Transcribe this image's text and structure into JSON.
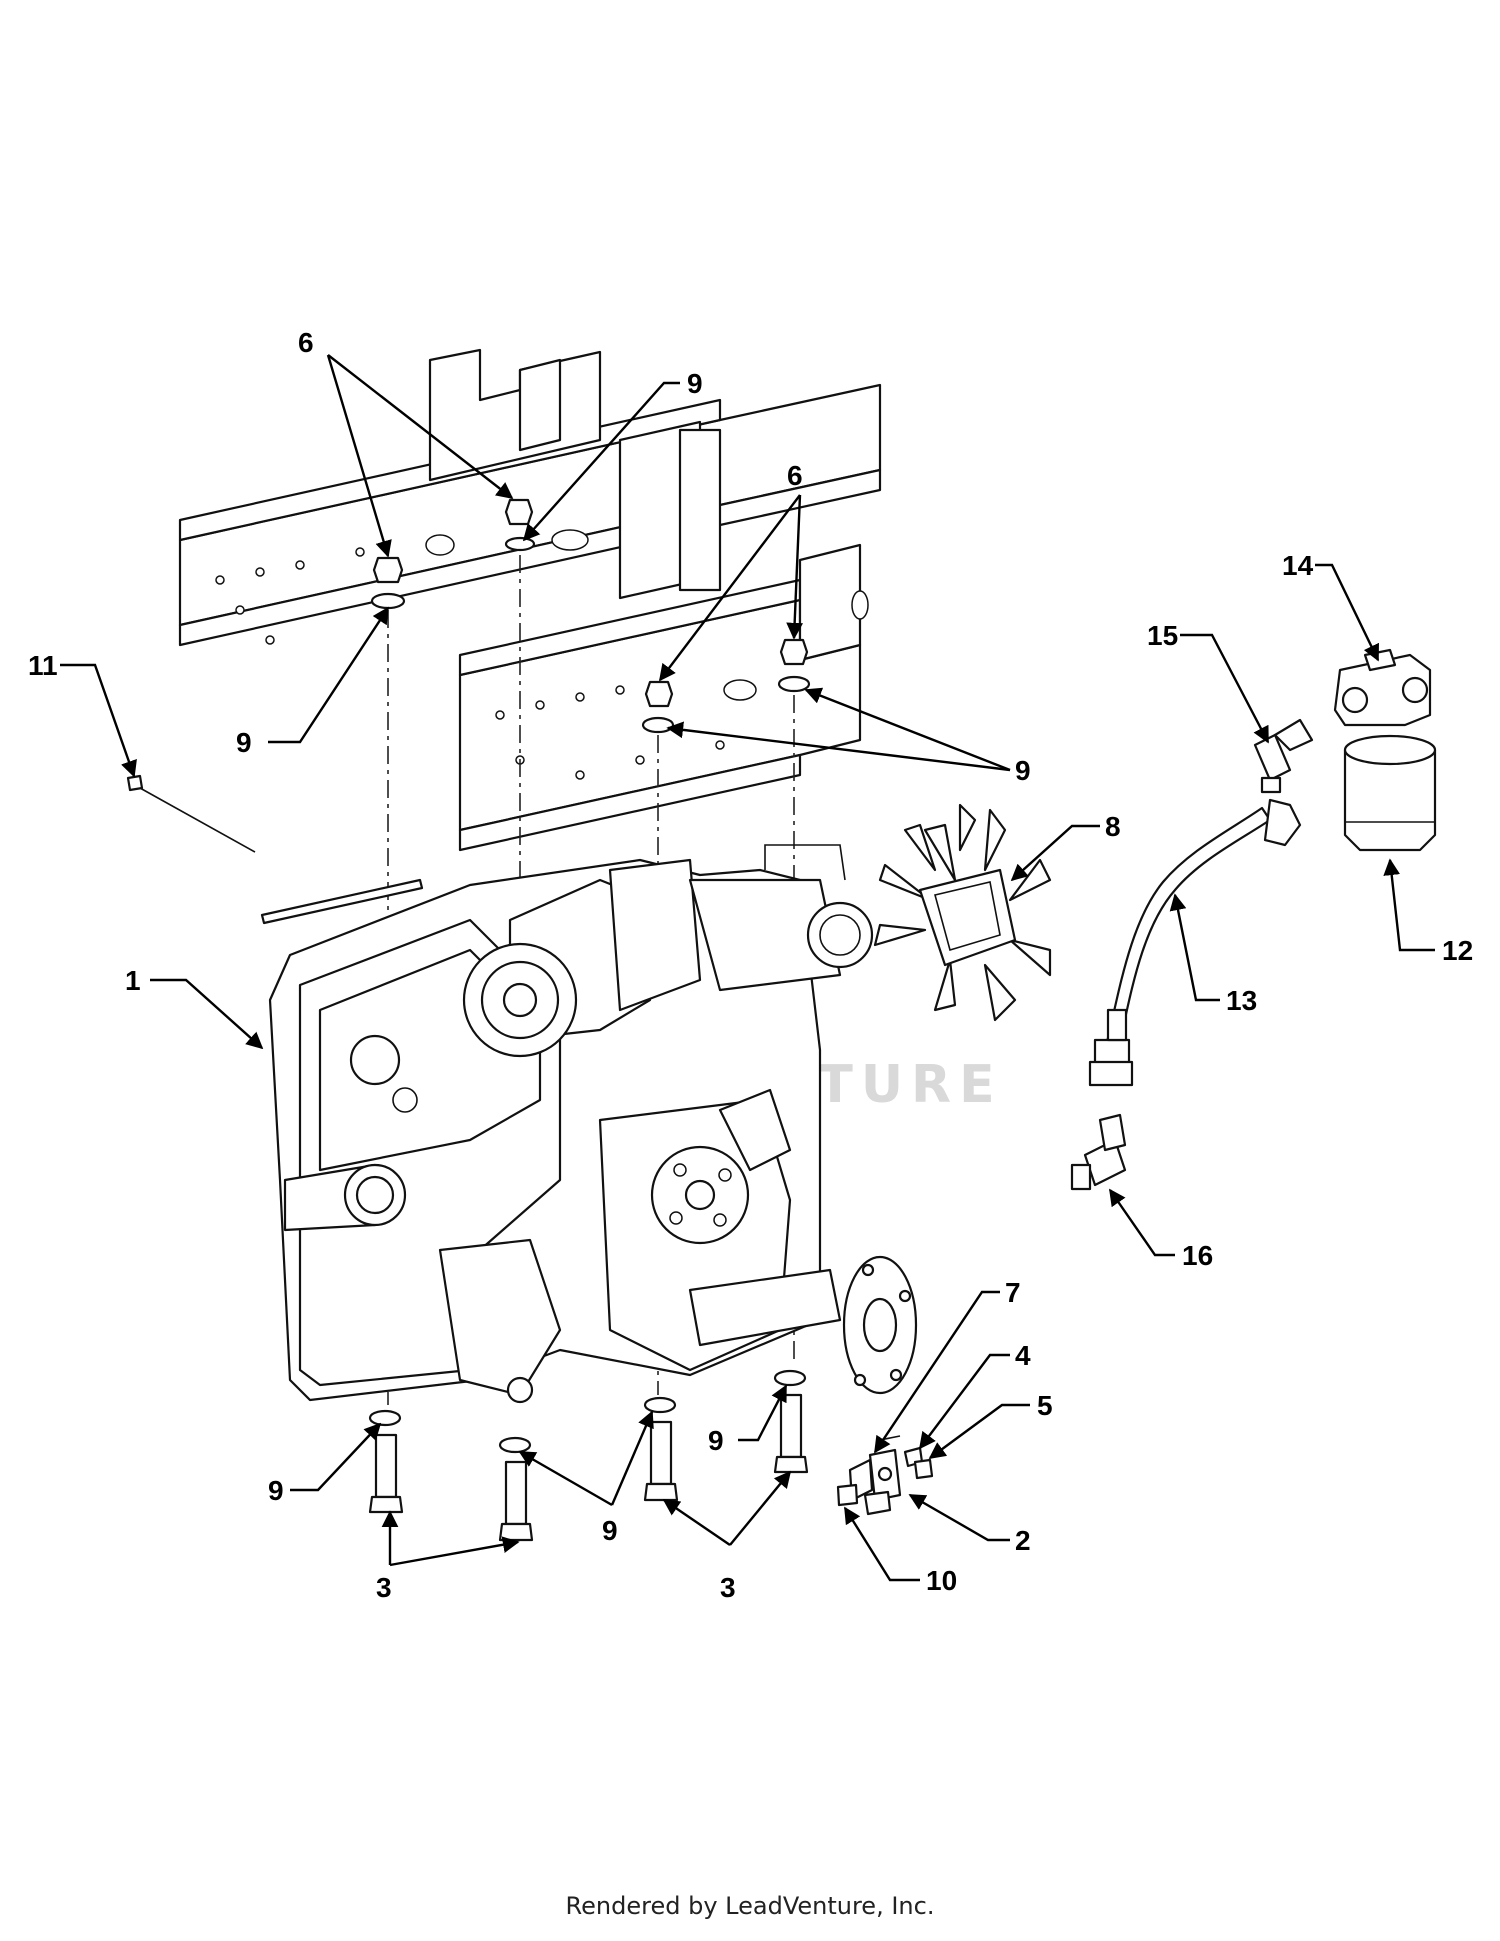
{
  "watermark": "LEADVENTURE",
  "footer": "Rendered by LeadVenture, Inc.",
  "callouts": [
    {
      "id": "c1",
      "label": "1"
    },
    {
      "id": "c2",
      "label": "2"
    },
    {
      "id": "c3a",
      "label": "3"
    },
    {
      "id": "c3b",
      "label": "3"
    },
    {
      "id": "c4",
      "label": "4"
    },
    {
      "id": "c5",
      "label": "5"
    },
    {
      "id": "c6a",
      "label": "6"
    },
    {
      "id": "c6b",
      "label": "6"
    },
    {
      "id": "c7",
      "label": "7"
    },
    {
      "id": "c8",
      "label": "8"
    },
    {
      "id": "c9a",
      "label": "9"
    },
    {
      "id": "c9b",
      "label": "9"
    },
    {
      "id": "c9c",
      "label": "9"
    },
    {
      "id": "c9d",
      "label": "9"
    },
    {
      "id": "c9e",
      "label": "9"
    },
    {
      "id": "c9f",
      "label": "9"
    },
    {
      "id": "c10",
      "label": "10"
    },
    {
      "id": "c11",
      "label": "11"
    },
    {
      "id": "c12",
      "label": "12"
    },
    {
      "id": "c13",
      "label": "13"
    },
    {
      "id": "c14",
      "label": "14"
    },
    {
      "id": "c15",
      "label": "15"
    },
    {
      "id": "c16",
      "label": "16"
    }
  ]
}
